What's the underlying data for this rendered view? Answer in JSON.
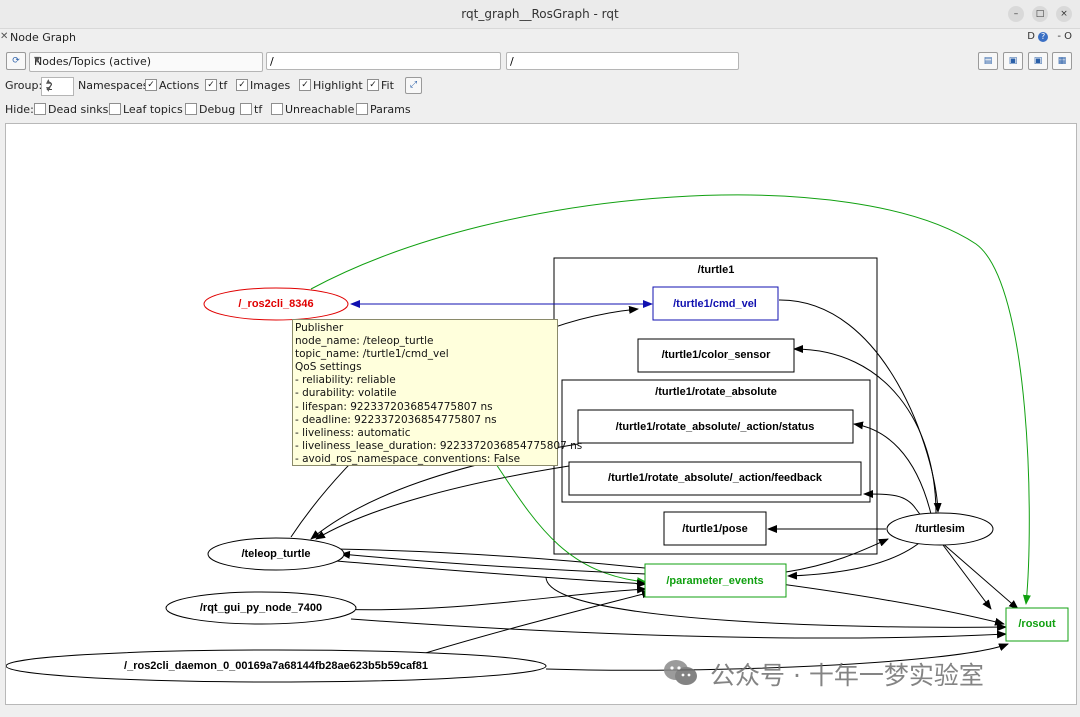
{
  "window": {
    "title": "rqt_graph__RosGraph - rqt"
  },
  "dock": {
    "title": "Node Graph",
    "right_label": "D",
    "right_extra": "- O"
  },
  "toolbar": {
    "mode_combo": "Nodes/Topics (active)",
    "filter1": "/",
    "filter2": "/"
  },
  "group_row": {
    "group_label": "Group:",
    "group_value": "2",
    "namespaces": "Namespaces",
    "actions": "Actions",
    "tf": "tf",
    "images": "Images",
    "highlight": "Highlight",
    "fit": "Fit"
  },
  "hide_row": {
    "hide_label": "Hide:",
    "dead_sinks": "Dead sinks",
    "leaf_topics": "Leaf topics",
    "debug": "Debug",
    "tf": "tf",
    "unreachable": "Unreachable",
    "params": "Params"
  },
  "graph": {
    "clusters": {
      "turtle1": "/turtle1",
      "rotate_absolute": "/turtle1/rotate_absolute"
    },
    "nodes": {
      "ros2cli": "/_ros2cli_8346",
      "teleop": "/teleop_turtle",
      "rqt_gui": "/rqt_gui_py_node_7400",
      "daemon": "/_ros2cli_daemon_0_00169a7a68144fb28ae623b5b59caf81",
      "turtlesim": "/turtlesim"
    },
    "topics": {
      "cmd_vel": "/turtle1/cmd_vel",
      "color_sensor": "/turtle1/color_sensor",
      "status": "/turtle1/rotate_absolute/_action/status",
      "feedback": "/turtle1/rotate_absolute/_action/feedback",
      "pose": "/turtle1/pose",
      "parameter_events": "/parameter_events",
      "rosout": "/rosout"
    },
    "colors": {
      "highlight_red": "#e00000",
      "highlight_blue": "#1010b0",
      "highlight_green": "#10a010",
      "edge": "#000000"
    }
  },
  "tooltip": {
    "lines": [
      "Publisher",
      "node_name: /teleop_turtle",
      "topic_name: /turtle1/cmd_vel",
      "QoS settings",
      "- reliability: reliable",
      "- durability: volatile",
      "- lifespan: 9223372036854775807 ns",
      "- deadline: 9223372036854775807 ns",
      "- liveliness: automatic",
      "- liveliness_lease_duration: 9223372036854775807 ns",
      "- avoid_ros_namespace_conventions: False"
    ]
  },
  "watermark": {
    "text": "公众号 · 十年一梦实验室"
  }
}
